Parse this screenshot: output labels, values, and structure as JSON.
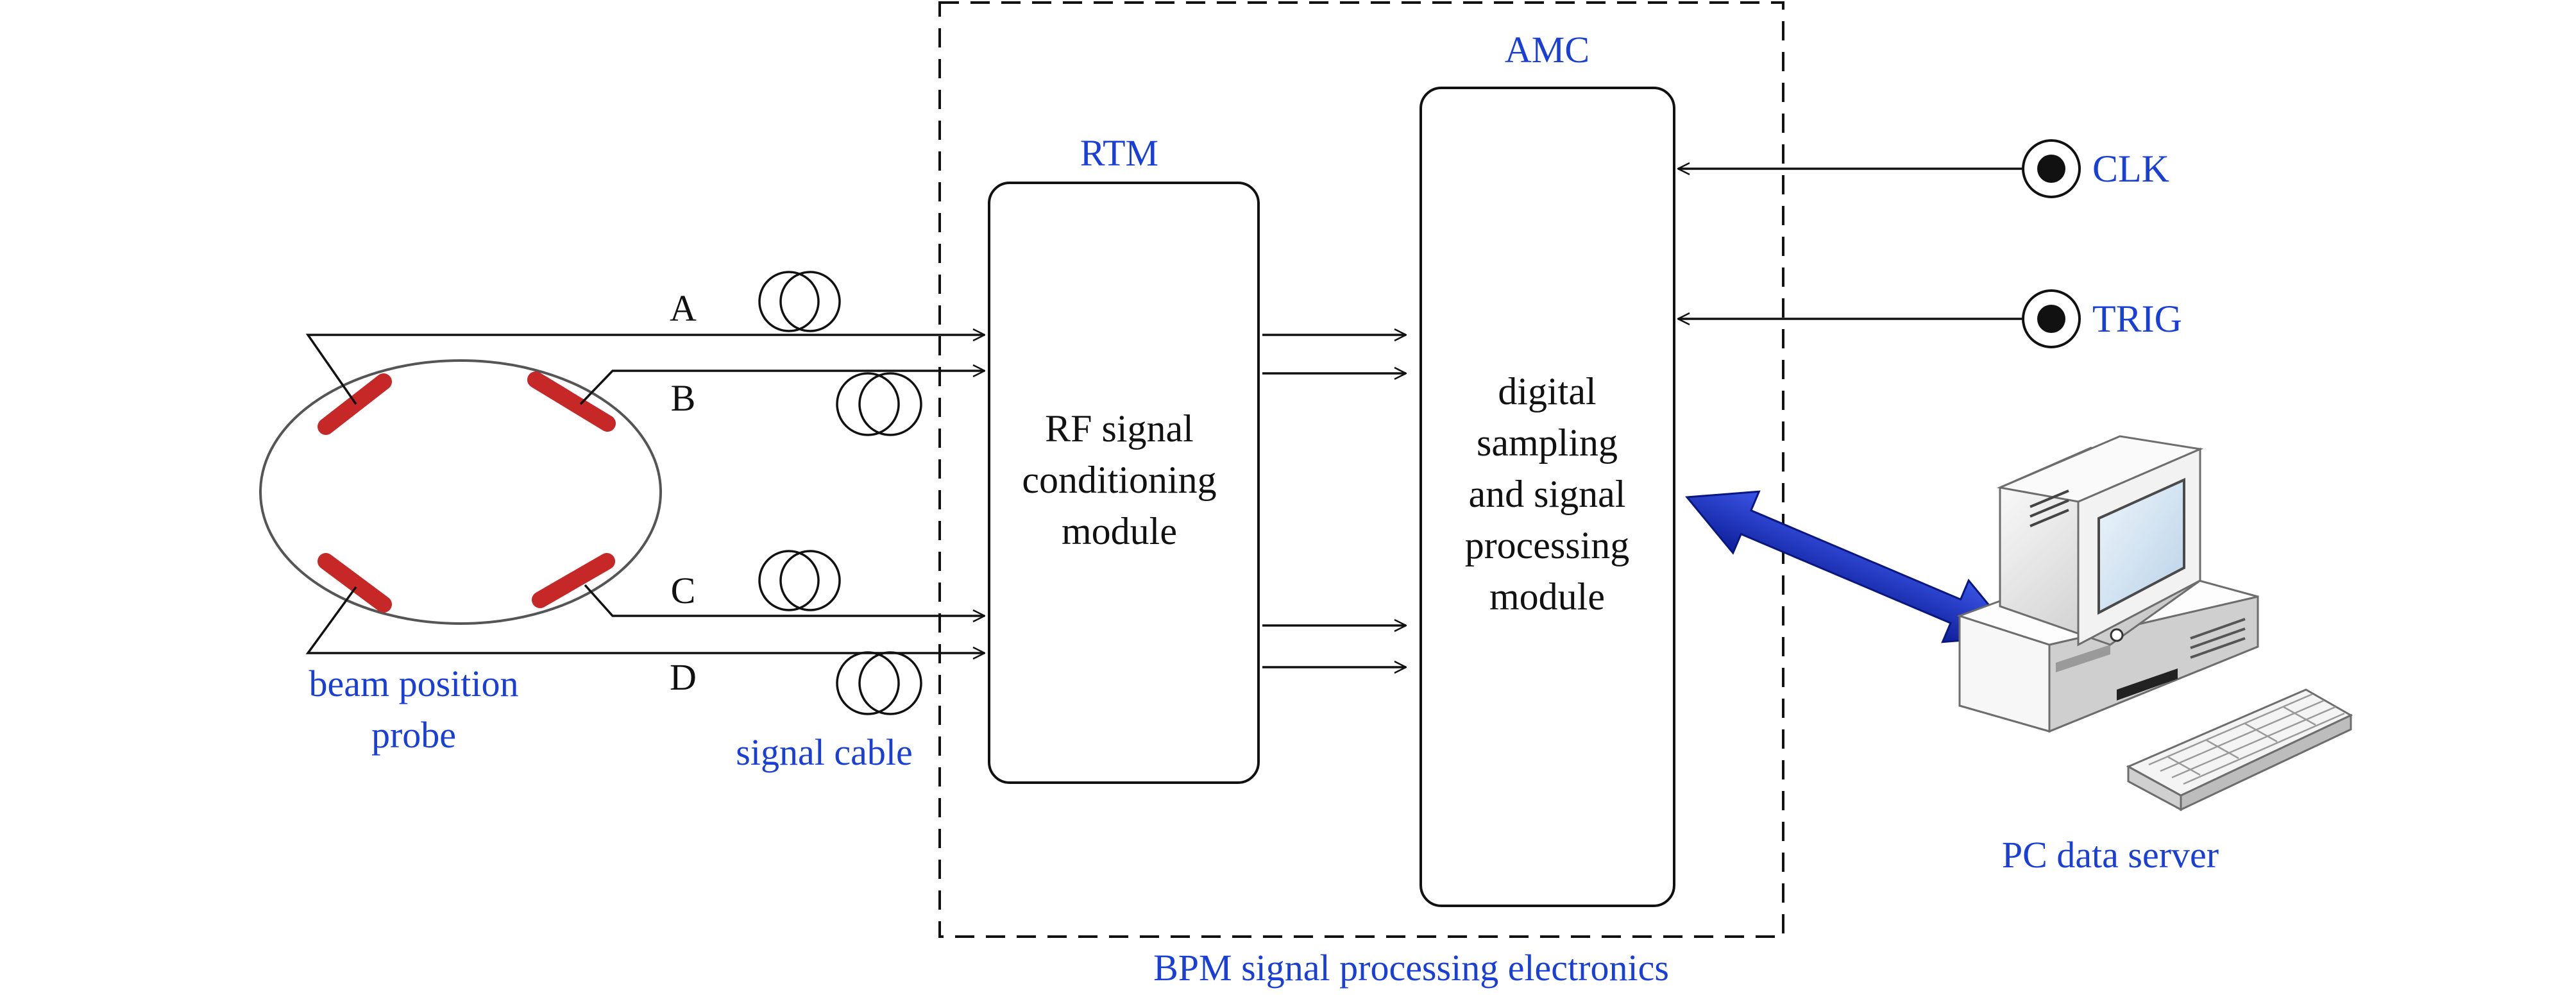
{
  "enclosure": {
    "label": "BPM signal processing electronics"
  },
  "probe": {
    "label_line1": "beam position",
    "label_line2": "probe"
  },
  "cable": {
    "label": "signal cable"
  },
  "channels": [
    "A",
    "B",
    "C",
    "D"
  ],
  "rtm": {
    "title": "RTM",
    "body_lines": [
      "RF signal",
      "conditioning",
      "module"
    ]
  },
  "amc": {
    "title": "AMC",
    "body_lines": [
      "digital",
      "sampling",
      "and signal",
      "processing",
      "module"
    ]
  },
  "inputs": [
    {
      "label": "CLK"
    },
    {
      "label": "TRIG"
    }
  ],
  "pc": {
    "label": "PC data server"
  },
  "colors": {
    "label_blue": "#1a3fd6",
    "pickup_red": "#c62828",
    "arrow_blue": "#1c2fb0",
    "line": "#111111"
  }
}
